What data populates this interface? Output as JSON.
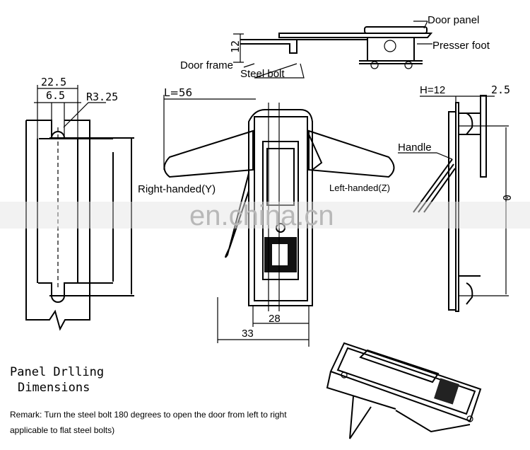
{
  "top_view": {
    "door_panel": "Door panel",
    "height_dim": "12",
    "presser_foot": "Presser foot",
    "door_frame": "Door frame",
    "steel_bolt": "Steel bolt"
  },
  "drilling_view": {
    "width_dim": "22.5",
    "slot_dim": "6.5",
    "radius_dim": "R3.25"
  },
  "front_view": {
    "length_dim": "L=56",
    "right_handed": "Right-handed(Y)",
    "left_handed": "Left-handed(Z)",
    "body_width_dim": "28",
    "total_width_dim": "33"
  },
  "side_view": {
    "height_dim": "H=12",
    "thickness_dim": "2.5",
    "handle": "Handle",
    "partial_dim": "0"
  },
  "watermark": "en.china.cn",
  "panel_title": {
    "line1": "Panel Drlling",
    "line2": "Dimensions"
  },
  "remark": {
    "line1": "Remark: Turn the steel bolt 180 degrees to open the door from left to right",
    "line2": "applicable to flat steel bolts)"
  }
}
